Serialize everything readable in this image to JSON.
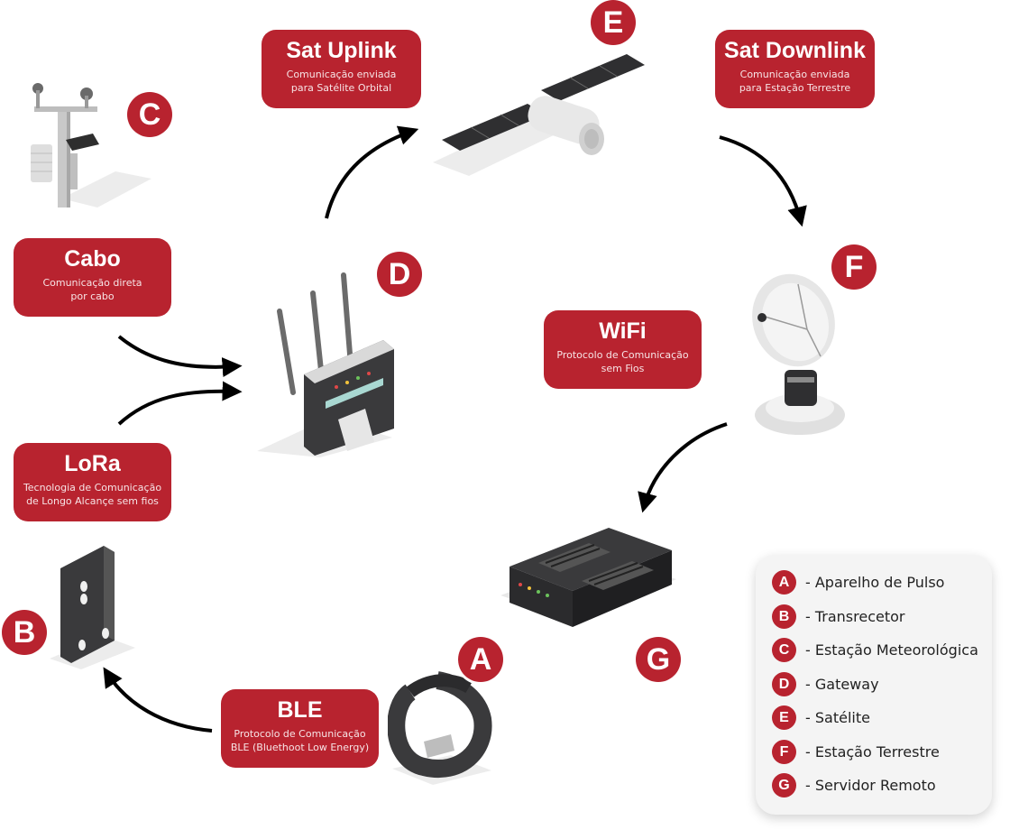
{
  "boxes": {
    "sat_uplink": {
      "title": "Sat Uplink",
      "desc": "Comunicação enviada\npara Satélite Orbital"
    },
    "sat_downlink": {
      "title": "Sat Downlink",
      "desc": "Comunicação enviada\npara Estação Terrestre"
    },
    "cabo": {
      "title": "Cabo",
      "desc": "Comunicação direta\npor cabo"
    },
    "wifi": {
      "title": "WiFi",
      "desc": "Protocolo de Comunicação\nsem Fios"
    },
    "lora": {
      "title": "LoRa",
      "desc": "Tecnologia de Comunicação\nde Longo Alcançe sem fios"
    },
    "ble": {
      "title": "BLE",
      "desc": "Protocolo de Comunicação\nBLE (Bluethoot Low Energy)"
    }
  },
  "badges": {
    "a": "A",
    "b": "B",
    "c": "C",
    "d": "D",
    "e": "E",
    "f": "F",
    "g": "G"
  },
  "devices": {
    "a": "wristband-icon",
    "b": "transceiver-icon",
    "c": "weather-station-icon",
    "d": "router-icon",
    "e": "satellite-icon",
    "f": "satellite-dish-icon",
    "g": "server-icon"
  },
  "legend": [
    {
      "letter": "A",
      "label": "- Aparelho de Pulso"
    },
    {
      "letter": "B",
      "label": "- Transrecetor"
    },
    {
      "letter": "C",
      "label": "- Estação Meteorológica"
    },
    {
      "letter": "D",
      "label": "- Gateway"
    },
    {
      "letter": "E",
      "label": "- Satélite"
    },
    {
      "letter": "F",
      "label": "- Estação Terrestre"
    },
    {
      "letter": "G",
      "label": "- Servidor Remoto"
    }
  ],
  "colors": {
    "accent": "#b8232f",
    "device_dark": "#3a3a3c",
    "device_light": "#e6e6e6"
  }
}
